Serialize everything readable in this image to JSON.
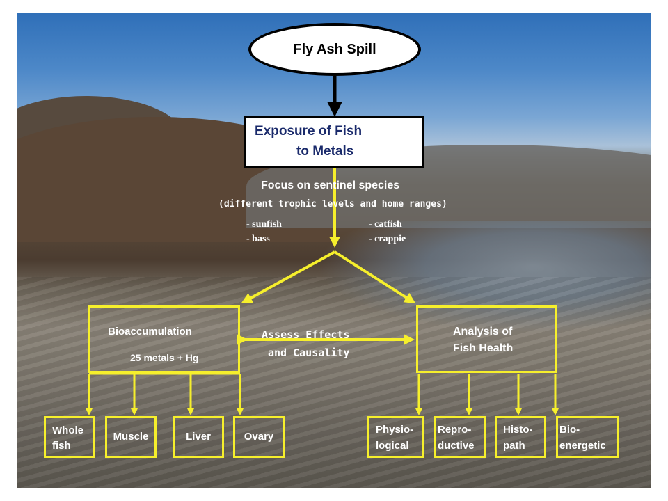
{
  "diagram": {
    "top": "Fly Ash Spill",
    "exposure": {
      "line1": "Exposure of Fish",
      "line2": "to Metals"
    },
    "focus": {
      "title": "Focus on  sentinel species",
      "subtitle": "(different trophic  levels and home ranges)",
      "species": [
        "- sunfish",
        "- bass",
        "- catfish",
        "- crappie"
      ]
    },
    "bioaccumulation": {
      "title": "Bioaccumulation",
      "detail": "25 metals + Hg"
    },
    "health": {
      "line1": "Analysis of",
      "line2": "Fish Health"
    },
    "assess": {
      "line1": "Assess Effects",
      "line2": "and Causality"
    },
    "tissues": [
      {
        "line1": "Whole",
        "line2": "fish"
      },
      {
        "line1": "Muscle",
        "line2": ""
      },
      {
        "line1": "Liver",
        "line2": ""
      },
      {
        "line1": "Ovary",
        "line2": ""
      }
    ],
    "endpoints": [
      {
        "line1": "Physio-",
        "line2": "logical"
      },
      {
        "line1": "Repro-",
        "line2": "ductive"
      },
      {
        "line1": "Histo-",
        "line2": "path"
      },
      {
        "line1": "Bio-",
        "line2": "energetic"
      }
    ],
    "colors": {
      "connector": "#f6ef2c",
      "arrow_dark": "#000000",
      "title_text": "#1a2a6b"
    }
  }
}
